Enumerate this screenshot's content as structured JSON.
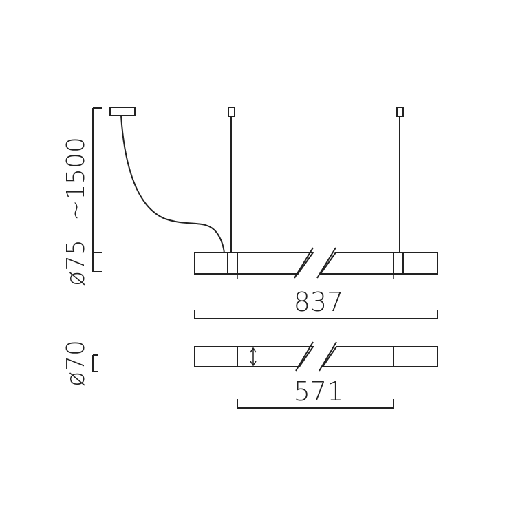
{
  "dimensions": {
    "total_length": "837",
    "inner_length": "571",
    "suspension": "~1500",
    "diameter_upper": "ø75",
    "diameter_lower": "ø70"
  },
  "colors": {
    "stroke": "#222222",
    "background": "#ffffff"
  }
}
